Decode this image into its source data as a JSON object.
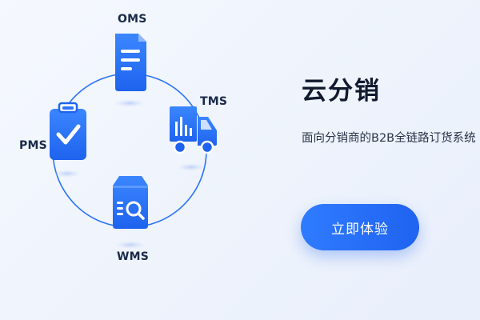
{
  "diagram": {
    "accent_color": "#2b74f5",
    "nodes": [
      {
        "label": "OMS",
        "icon": "document-icon"
      },
      {
        "label": "TMS",
        "icon": "truck-icon"
      },
      {
        "label": "WMS",
        "icon": "warehouse-search-icon"
      },
      {
        "label": "PMS",
        "icon": "clipboard-check-icon"
      }
    ]
  },
  "hero": {
    "title": "云分销",
    "subtitle": "面向分销商的B2B全链路订货系统",
    "cta_label": "立即体验"
  }
}
